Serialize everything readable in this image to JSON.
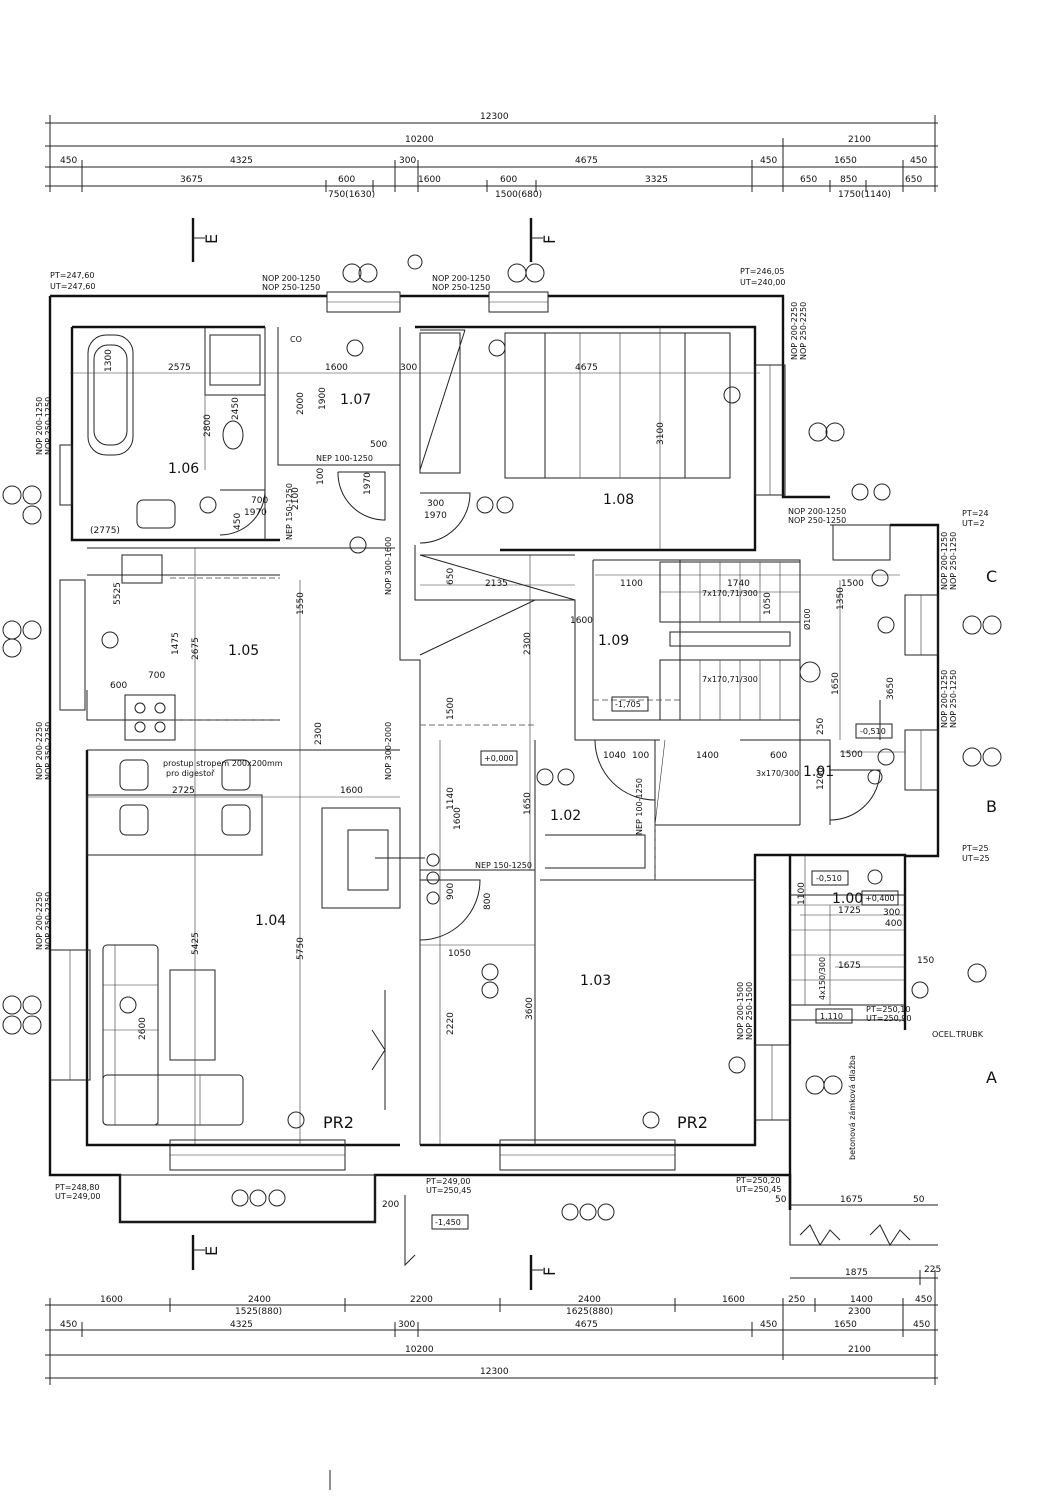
{
  "dimensions": {
    "top_row1": [
      "12300"
    ],
    "top_row2": [
      "10200",
      "2100"
    ],
    "top_row3": [
      "450",
      "4325",
      "300",
      "4675",
      "450",
      "1650",
      "450"
    ],
    "top_row4": [
      "3675",
      "600",
      "1600",
      "600",
      "3325",
      "650",
      "850",
      "650"
    ],
    "top_row4_sub": [
      "750(1630)",
      "1500(680)",
      "1750(1140)"
    ],
    "bottom_row1": [
      "1600",
      "2400",
      "2200",
      "2400",
      "1600",
      "250",
      "1400",
      "450"
    ],
    "bottom_row1_sub": [
      "1525(880)",
      "1625(880)",
      "2300"
    ],
    "bottom_row2": [
      "450",
      "4325",
      "300",
      "4675",
      "450",
      "1650",
      "450"
    ],
    "bottom_row3": [
      "10200",
      "2100"
    ],
    "bottom_row4": [
      "12300"
    ],
    "bottom_right_extra": [
      "1875",
      "225",
      "1675",
      "50",
      "50"
    ]
  },
  "rooms": [
    {
      "id": "1.00"
    },
    {
      "id": "1.01"
    },
    {
      "id": "1.02"
    },
    {
      "id": "1.03"
    },
    {
      "id": "1.04"
    },
    {
      "id": "1.05"
    },
    {
      "id": "1.06"
    },
    {
      "id": "1.07"
    },
    {
      "id": "1.08"
    },
    {
      "id": "1.09"
    }
  ],
  "section_marks": [
    "E",
    "F",
    "E",
    "F"
  ],
  "side_letters": [
    "A",
    "B",
    "C"
  ],
  "level_marks": {
    "top_left": [
      "PT=247,60",
      "UT=247,60"
    ],
    "top_right": [
      "PT=246,05",
      "UT=240,00"
    ],
    "right_mid1": [
      "PT=24",
      "UT=2"
    ],
    "right_mid2": [
      "PT=25",
      "UT=25"
    ],
    "bottom_left": [
      "PT=248,80",
      "UT=249,00"
    ],
    "bottom_mid": [
      "PT=249,00",
      "UT=250,45"
    ],
    "bottom_right": [
      "PT=250,20",
      "UT=250,45"
    ],
    "entry": [
      "PT=250,10",
      "UT=250,90"
    ],
    "heights": [
      "+0,000",
      "-0,510",
      "-0,510",
      "-1,705",
      "-1,450",
      "+0,400",
      "1,110"
    ]
  },
  "window_labels": {
    "top_left": [
      "NOP 200-1250",
      "NOP 250-1250"
    ],
    "top_mid": [
      "NOP 200-1250",
      "NOP 250-1250"
    ],
    "top_right_v": [
      "NOP 200-2250",
      "NOP 250-2250"
    ],
    "right_upper": [
      "NOP 200-1250",
      "NOP 250-1250"
    ],
    "right_v1": [
      "NOP 200-1250",
      "NOP 250-1250"
    ],
    "right_v2": [
      "NOP 200-1250",
      "NOP 250-1250"
    ],
    "left_upper": [
      "NOP 200-1250",
      "NOP 250-1250"
    ],
    "left_mid": [
      "NOP 200-2250",
      "NOP 350-2250"
    ],
    "left_low": [
      "NOP 200-2250",
      "NOP 250-2250"
    ],
    "mid_right": [
      "NOP 200-1500",
      "NOP 250-1500"
    ]
  },
  "door_labels": [
    "NEP 150-1250",
    "NEP 100-1250",
    "NOP 300-1600",
    "NOP 300-2000",
    "NEP 100-1250",
    "NEP 150-1250"
  ],
  "notes": {
    "hood": "prostup stropem 200x200mm",
    "hood2": "pro digestoř",
    "paving": "betonová zámková dlažba",
    "pipe": "OCEL.TRUBK",
    "pr2_left": "PR2",
    "pr2_right": "PR2",
    "stair1": "7x170,71/300",
    "stair2": "7x170,71/300",
    "stair3": "3x170/300",
    "stair4": "4x150/300",
    "dia": "Ø100",
    "co": "CO"
  },
  "inner_dims": [
    "2575",
    "1300",
    "1600",
    "300",
    "4675",
    "2000",
    "1900",
    "500",
    "2450",
    "2800",
    "3100",
    "1970",
    "300",
    "1970",
    "700",
    "1970",
    "2100",
    "450",
    "100",
    "2135",
    "650",
    "1100",
    "1740",
    "1050",
    "1550",
    "1350",
    "2300",
    "1500",
    "2675",
    "1475",
    "5525",
    "700",
    "600",
    "1650",
    "3650",
    "1500",
    "1040",
    "100",
    "1400",
    "600",
    "1600",
    "2725",
    "1600",
    "5425",
    "5750",
    "2600",
    "1140",
    "1650",
    "1050",
    "2220",
    "3600",
    "800",
    "900",
    "1100",
    "1725",
    "1675",
    "300",
    "400",
    "150",
    "1200",
    "250",
    "(2775)",
    "200",
    "1600",
    "2300",
    "1500"
  ]
}
